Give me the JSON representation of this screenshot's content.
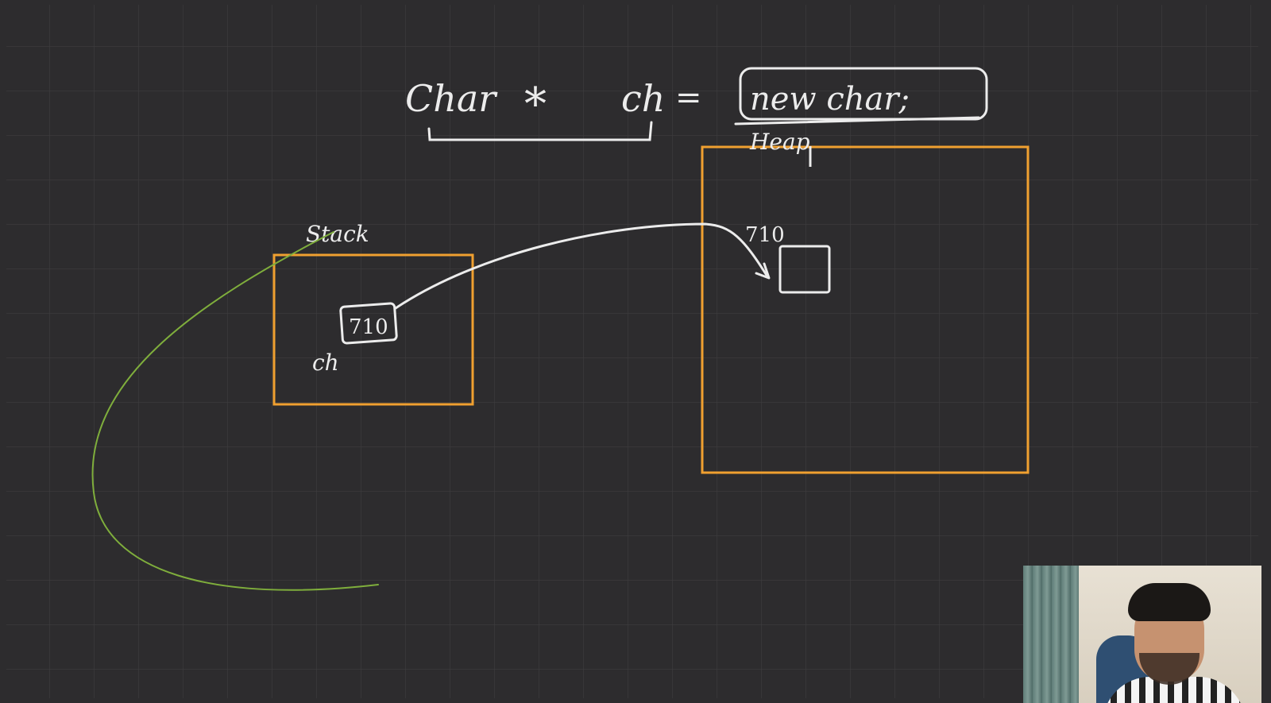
{
  "whiteboard": {
    "code_line": {
      "type_text": "Char",
      "star_text": "*",
      "var_text": "ch",
      "equals_text": "=",
      "expr_text": "new char;"
    },
    "stack": {
      "label": "Stack",
      "var_label": "ch",
      "cell_value": "710"
    },
    "heap": {
      "label": "Heap",
      "address_label": "710"
    }
  },
  "colors": {
    "background": "#2d2c2e",
    "grid": "#3d3c3f",
    "region_outline": "#f0a030",
    "ink": "#ececec",
    "highlighter": "#7fae3c"
  },
  "icons": {
    "webcam": "presenter-webcam"
  }
}
